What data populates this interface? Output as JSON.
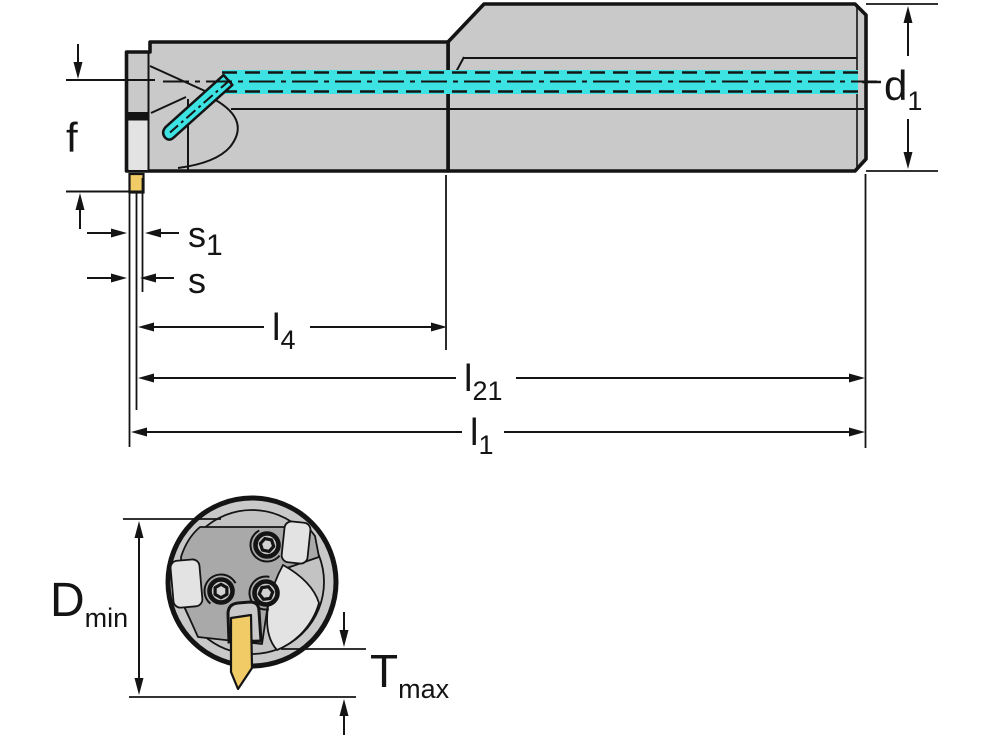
{
  "drawing": {
    "dimensions": {
      "f": {
        "label": "f"
      },
      "s1": {
        "base": "s",
        "sub": "1"
      },
      "s": {
        "label": "s"
      },
      "l4": {
        "base": "l",
        "sub": "4"
      },
      "l21": {
        "base": "l",
        "sub": "21"
      },
      "l1": {
        "base": "l",
        "sub": "1"
      },
      "d1": {
        "base": "d",
        "sub": "1"
      },
      "d_min": {
        "base": "D",
        "sub": "min"
      },
      "t_max": {
        "base": "T",
        "sub": "max"
      }
    }
  },
  "colors": {
    "coolant": "#3DE3E3",
    "insert": "#F1CB66",
    "body": "#C9C9C9",
    "body_light": "#E3E3E3",
    "dark_section": "#A9A9A9",
    "line": "#141414"
  }
}
